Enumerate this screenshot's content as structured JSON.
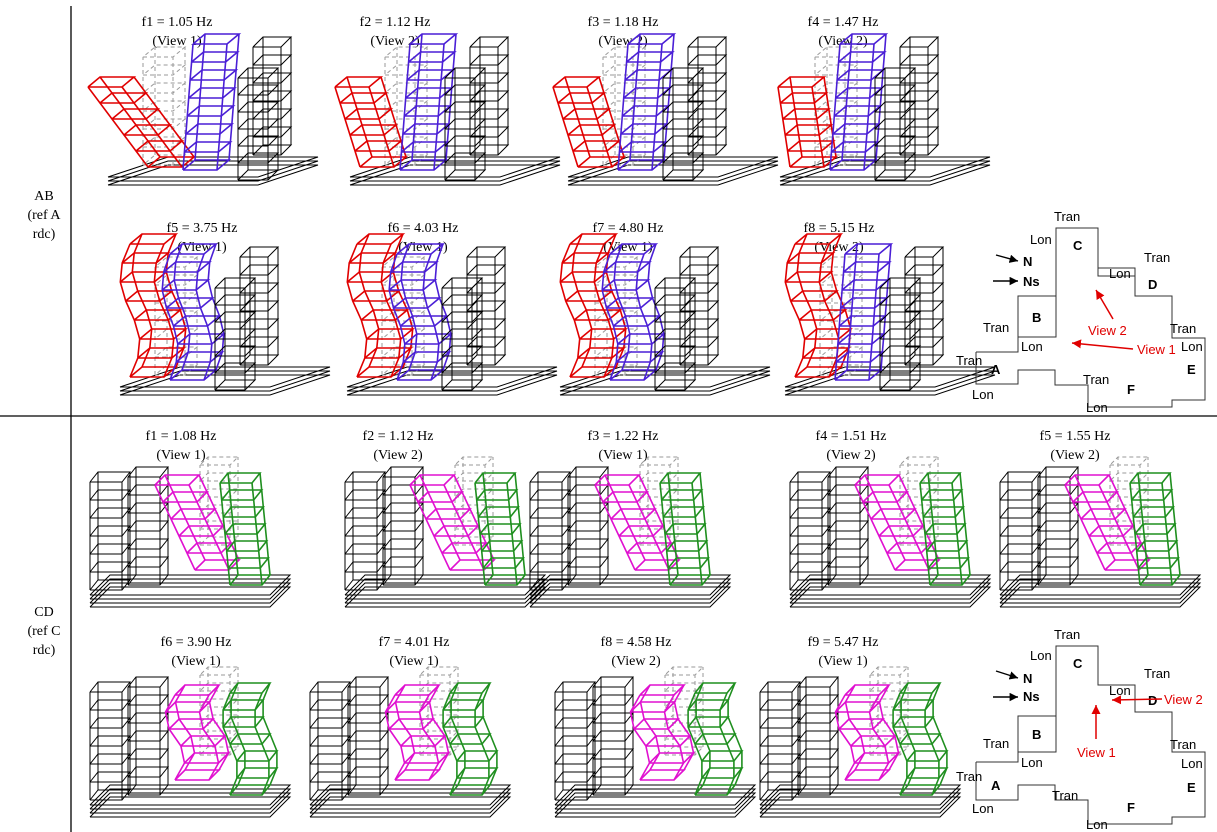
{
  "colors": {
    "frame": "#000000",
    "ghost": "#9a9a9a",
    "red": "#e00000",
    "blue": "#4a1fd6",
    "magenta": "#e010d0",
    "green": "#1f8f1f",
    "annotation": "#e00000"
  },
  "rows": [
    {
      "id": "ab",
      "label_lines": [
        "AB",
        "(ref A",
        "rdc)"
      ],
      "panels": [
        {
          "freq": "f1 = 1.05 Hz",
          "view": "(View 1)"
        },
        {
          "freq": "f2 = 1.12 Hz",
          "view": "(View 2)"
        },
        {
          "freq": "f3 = 1.18 Hz",
          "view": "(View 2)"
        },
        {
          "freq": "f4 = 1.47 Hz",
          "view": "(View 2)"
        },
        {
          "freq": "f5 = 3.75 Hz",
          "view": "(View 1)"
        },
        {
          "freq": "f6 = 4.03 Hz",
          "view": "(View 1)"
        },
        {
          "freq": "f7 = 4.80 Hz",
          "view": "(View 1)"
        },
        {
          "freq": "f8 = 5.15 Hz",
          "view": "(View 2)"
        }
      ],
      "plan": {
        "blocks": [
          "A",
          "B",
          "C",
          "D",
          "E",
          "F"
        ],
        "north": "N",
        "north_s": "Ns",
        "tran": "Tran",
        "lon": "Lon",
        "view_a": "View 2",
        "view_b": "View 1"
      }
    },
    {
      "id": "cd",
      "label_lines": [
        "CD",
        "(ref C",
        "rdc)"
      ],
      "panels": [
        {
          "freq": "f1 = 1.08 Hz",
          "view": "(View 1)"
        },
        {
          "freq": "f2 = 1.12 Hz",
          "view": "(View 2)"
        },
        {
          "freq": "f3 = 1.22 Hz",
          "view": "(View 1)"
        },
        {
          "freq": "f4 = 1.51 Hz",
          "view": "(View 2)"
        },
        {
          "freq": "f5 = 1.55 Hz",
          "view": "(View 2)"
        },
        {
          "freq": "f6 = 3.90 Hz",
          "view": "(View 1)"
        },
        {
          "freq": "f7 = 4.01 Hz",
          "view": "(View 1)"
        },
        {
          "freq": "f8 = 4.58 Hz",
          "view": "(View 2)"
        },
        {
          "freq": "f9 = 5.47 Hz",
          "view": "(View 1)"
        }
      ],
      "plan": {
        "blocks": [
          "A",
          "B",
          "C",
          "D",
          "E",
          "F"
        ],
        "north": "N",
        "north_s": "Ns",
        "tran": "Tran",
        "lon": "Lon",
        "view_a": "View 2",
        "view_b": "View 1"
      }
    }
  ]
}
